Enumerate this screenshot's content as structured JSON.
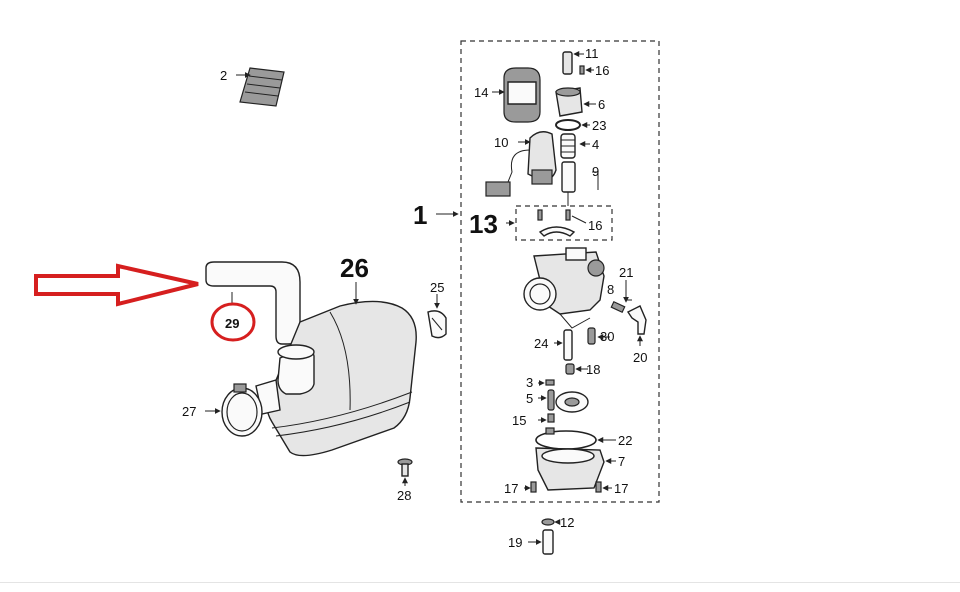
{
  "diagram": {
    "callouts": {
      "p1": "1",
      "p2": "2",
      "p3": "3",
      "p4": "4",
      "p5": "5",
      "p6": "6",
      "p7": "7",
      "p8": "8",
      "p9": "9",
      "p10": "10",
      "p11": "11",
      "p12": "12",
      "p13": "13",
      "p14": "14",
      "p15": "15",
      "p16a": "16",
      "p16b": "16",
      "p17a": "17",
      "p17b": "17",
      "p18": "18",
      "p19": "19",
      "p20": "20",
      "p21": "21",
      "p22": "22",
      "p23": "23",
      "p24": "24",
      "p25": "25",
      "p26": "26",
      "p27": "27",
      "p28": "28",
      "p29": "29",
      "p30": "30"
    },
    "highlight": {
      "color": "#d61f1f",
      "target": "29"
    }
  }
}
